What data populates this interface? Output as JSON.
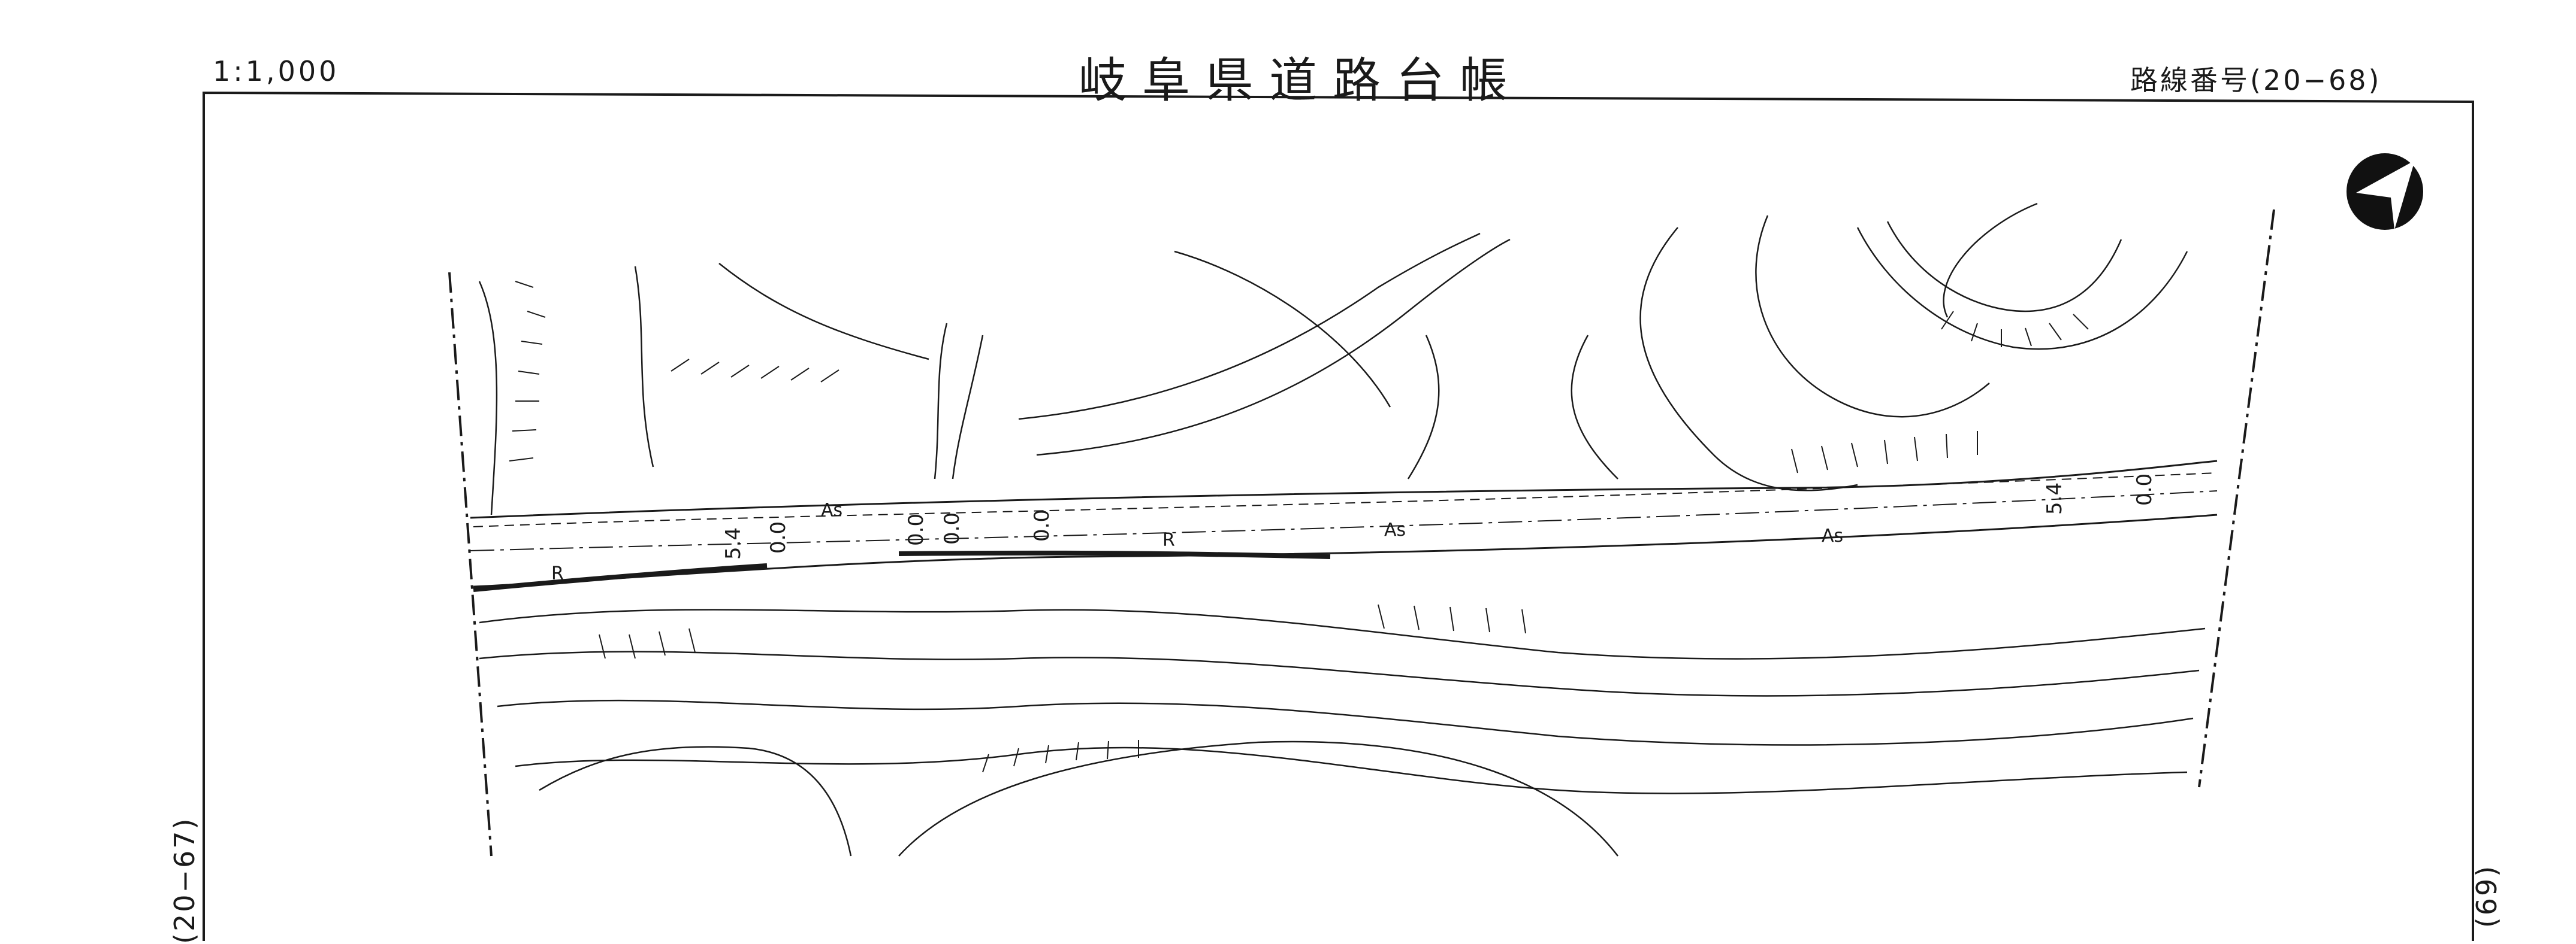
{
  "header": {
    "scale": "1:1,000",
    "title": "岐阜県道路台帳",
    "route_number": "路線番号(20−68)"
  },
  "margins": {
    "prev_sheet": "(20−67)",
    "next_sheet": "(69)"
  },
  "map": {
    "road_width_labels": [
      "5.4",
      "0.0",
      "0.0",
      "0.0",
      "0.0",
      "5.4",
      "0.0"
    ],
    "surface_labels": [
      "As",
      "As",
      "As"
    ],
    "side_labels": [
      "R",
      "R"
    ],
    "north_arrow": "north-arrow-icon"
  }
}
